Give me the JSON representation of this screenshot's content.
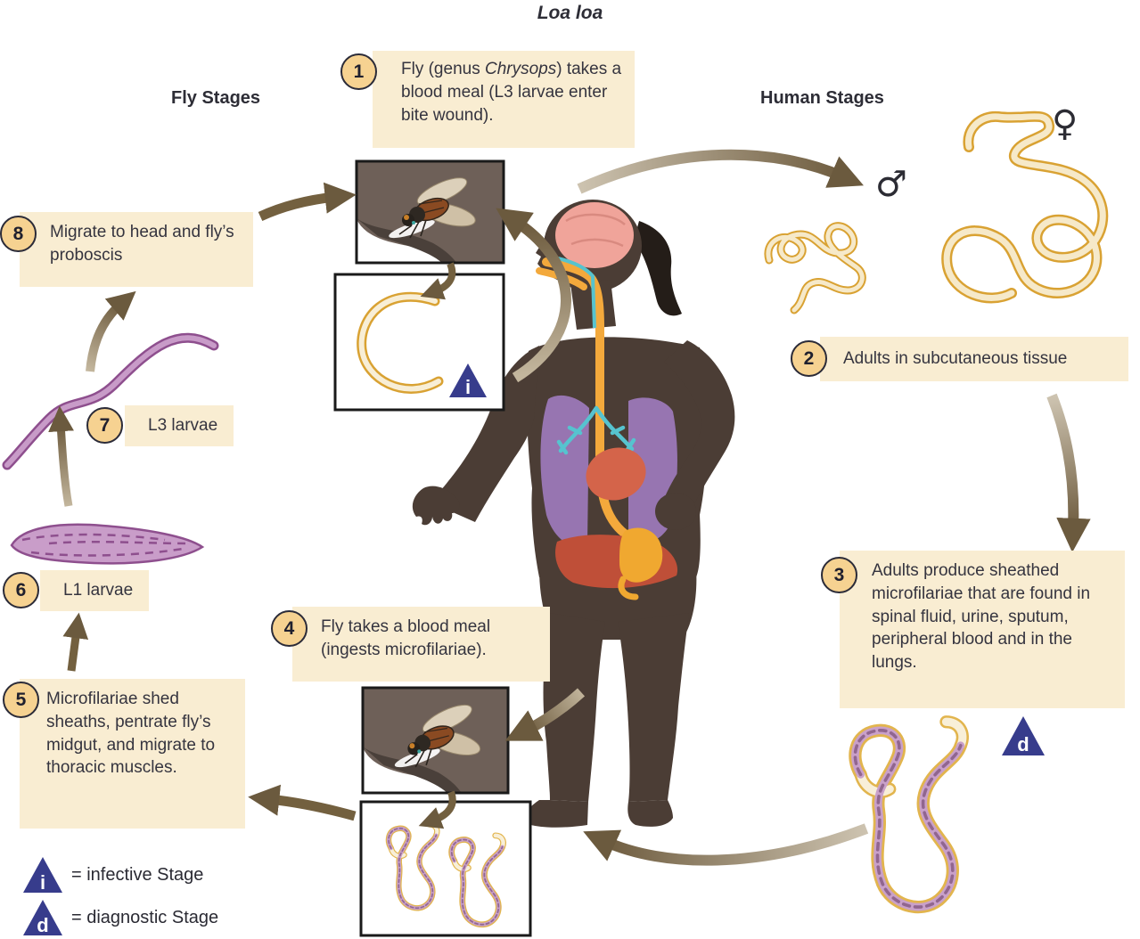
{
  "title": "Loa loa",
  "section_headers": {
    "fly": "Fly Stages",
    "human": "Human Stages"
  },
  "steps": {
    "s1": {
      "num": "1",
      "text_pre": "Fly (genus ",
      "text_italic": "Chrysops",
      "text_post": ") takes a blood meal (L3 larvae enter bite wound)."
    },
    "s2": {
      "num": "2",
      "text": "Adults in subcutaneous tissue"
    },
    "s3": {
      "num": "3",
      "text": "Adults produce sheathed microfilariae that are found in spinal fluid, urine, sputum, peripheral blood and in the lungs."
    },
    "s4": {
      "num": "4",
      "text": "Fly takes a blood meal (ingests microfilariae)."
    },
    "s5": {
      "num": "5",
      "text": "Microfilariae shed sheaths, pentrate fly’s midgut, and migrate to thoracic muscles."
    },
    "s6": {
      "num": "6",
      "text": "L1 larvae"
    },
    "s7": {
      "num": "7",
      "text": "L3 larvae"
    },
    "s8": {
      "num": "8",
      "text": "Migrate to head and fly’s proboscis"
    }
  },
  "legend": {
    "infective": {
      "symbol": "i",
      "label": "= infective Stage"
    },
    "diagnostic": {
      "symbol": "d",
      "label": "= diagnostic Stage"
    }
  },
  "stage_markers": {
    "c_box": "i",
    "microfilariae": "d"
  },
  "symbols": {
    "male": "♂",
    "female": "♀"
  },
  "colors": {
    "box_bg": "#f9edd2",
    "badge_bg": "#f6d291",
    "marker_blue": "#373c8c",
    "arrow_brown": "#73603f",
    "worm_yellow": "#d9a233",
    "worm_purple": "#8e4f8e"
  }
}
